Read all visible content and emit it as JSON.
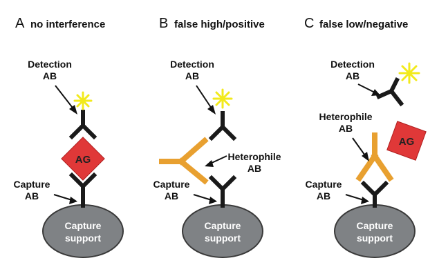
{
  "panels": [
    {
      "letter": "A",
      "title": "no interference"
    },
    {
      "letter": "B",
      "title": "false high/positive"
    },
    {
      "letter": "C",
      "title": "false low/negative"
    }
  ],
  "labels": {
    "detection_line1": "Detection",
    "detection_line2": "AB",
    "capture_line1": "Capture",
    "capture_line2": "AB",
    "heterophile_line1": "Heterophile",
    "heterophile_line2": "AB",
    "antigen": "AG",
    "support_line1": "Capture",
    "support_line2": "support"
  },
  "colors": {
    "antibody": "#1a1a1a",
    "heterophile_antibody": "#e8a030",
    "antigen": "#e03838",
    "label_star": "#f2ea1c",
    "support": "#7f8285"
  }
}
